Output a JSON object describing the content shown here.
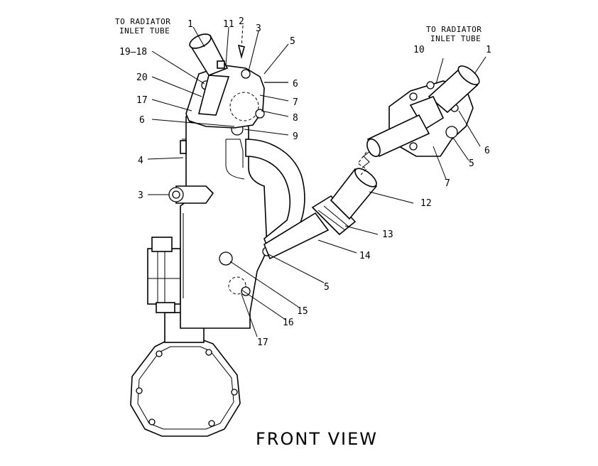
{
  "notes": {
    "left_inlet": [
      "TO RADIATOR",
      "INLET TUBE"
    ],
    "right_inlet": [
      "TO RADIATOR",
      "INLET TUBE"
    ]
  },
  "view_title": "FRONT VIEW",
  "callouts": {
    "c1_left": "1",
    "c11": "11",
    "c2": "2",
    "c3_top": "3",
    "c5_top": "5",
    "c19_18": "19–18",
    "c20": "20",
    "c17_top": "17",
    "c6_left": "6",
    "c6_mid": "6",
    "c7_mid": "7",
    "c8": "8",
    "c9": "9",
    "c4": "4",
    "c3_left": "3",
    "c10": "10",
    "c1_right": "1",
    "c6_right": "6",
    "c5_right": "5",
    "c7_right": "7",
    "c12": "12",
    "c13": "13",
    "c14": "14",
    "c5_bottom": "5",
    "c15": "15",
    "c16": "16",
    "c17_bottom": "17"
  },
  "colors": {
    "ink": "#000000",
    "paper": "#ffffff"
  }
}
